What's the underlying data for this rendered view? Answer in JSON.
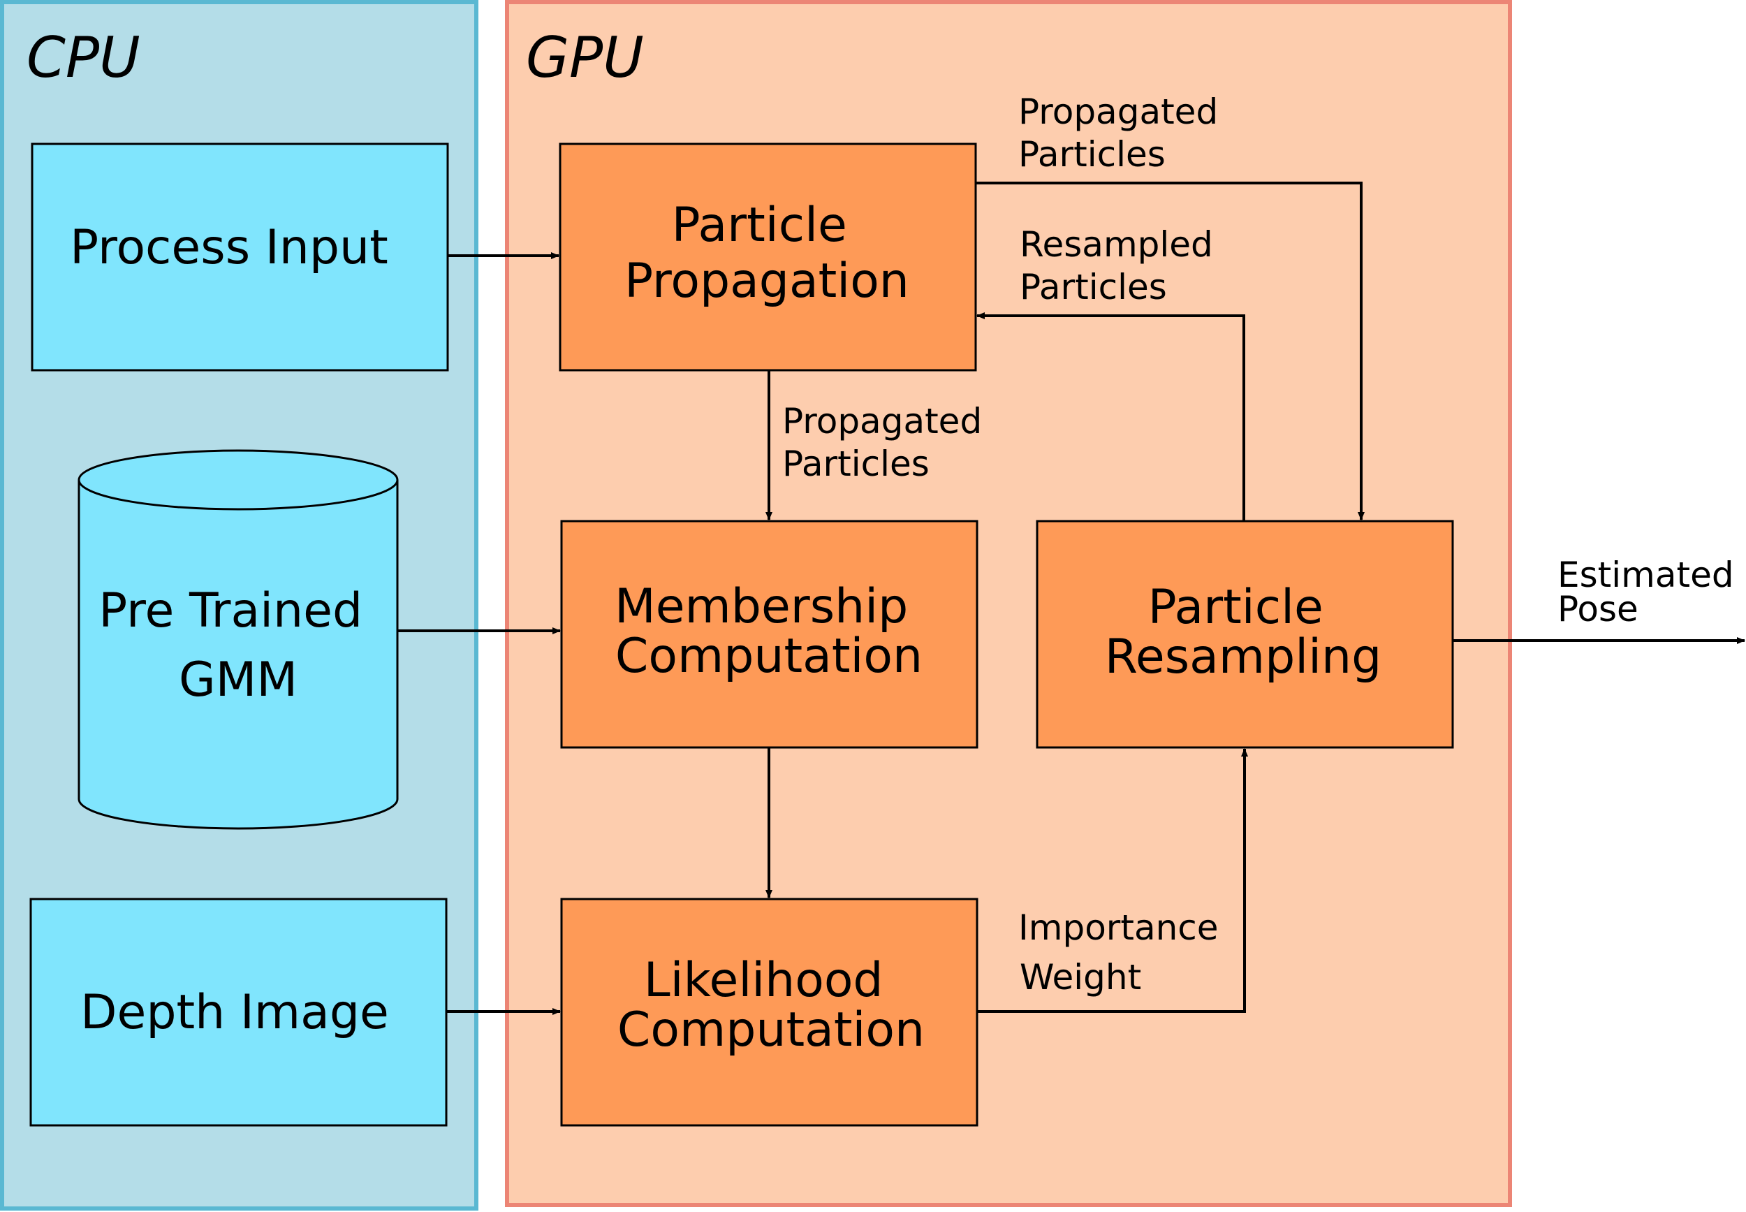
{
  "regions": {
    "cpu": {
      "title": "CPU",
      "fill": "#b4dde8",
      "stroke": "#5ab8d2"
    },
    "gpu": {
      "title": "GPU",
      "fill": "#fdcdae",
      "stroke": "#ec8575"
    }
  },
  "nodes": {
    "process_input": {
      "lines": [
        "Process Input"
      ],
      "fill": "#80e5fd"
    },
    "pretrained_gmm": {
      "lines": [
        "Pre Trained",
        "GMM"
      ],
      "fill": "#80e5fd"
    },
    "depth_image": {
      "lines": [
        "Depth Image"
      ],
      "fill": "#80e5fd"
    },
    "particle_propagation": {
      "lines": [
        "Particle",
        "Propagation"
      ],
      "fill": "#fe9a57"
    },
    "membership_computation": {
      "lines": [
        "Membership",
        "Computation"
      ],
      "fill": "#fe9a57"
    },
    "likelihood_computation": {
      "lines": [
        "Likelihood",
        "Computation"
      ],
      "fill": "#fe9a57"
    },
    "particle_resampling": {
      "lines": [
        "Particle",
        "Resampling"
      ],
      "fill": "#fe9a57"
    }
  },
  "edges": [
    {
      "from": "process_input",
      "to": "particle_propagation",
      "label": []
    },
    {
      "from": "pretrained_gmm",
      "to": "membership_computation",
      "label": []
    },
    {
      "from": "depth_image",
      "to": "likelihood_computation",
      "label": []
    },
    {
      "from": "particle_propagation",
      "to": "membership_computation",
      "label": [
        "Propagated",
        "Particles"
      ]
    },
    {
      "from": "membership_computation",
      "to": "likelihood_computation",
      "label": []
    },
    {
      "from": "particle_propagation",
      "to": "particle_resampling",
      "label": [
        "Propagated",
        "Particles"
      ]
    },
    {
      "from": "particle_resampling",
      "to": "particle_propagation",
      "label": [
        "Resampled",
        "Particles"
      ]
    },
    {
      "from": "likelihood_computation",
      "to": "particle_resampling",
      "label": [
        "Importance",
        "Weight"
      ]
    },
    {
      "from": "particle_resampling",
      "to": "output",
      "label": [
        "Estimated",
        "Pose"
      ]
    }
  ],
  "colors": {
    "line": "#000000",
    "box_stroke": "#000000"
  }
}
